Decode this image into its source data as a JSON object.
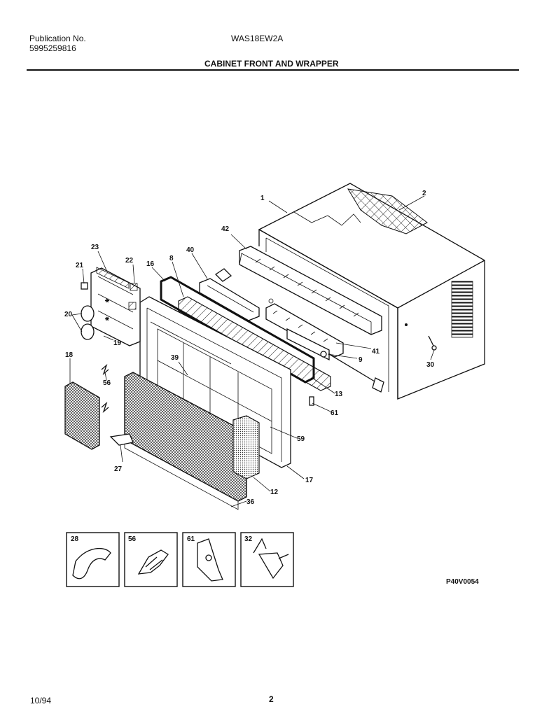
{
  "header": {
    "publication_label": "Publication No.",
    "publication_number": "5995259816",
    "model": "WAS18EW2A",
    "section_title": "CABINET FRONT AND WRAPPER"
  },
  "diagram": {
    "code": "P40V0054",
    "callouts": [
      "1",
      "2",
      "42",
      "23",
      "21",
      "22",
      "16",
      "8",
      "40",
      "20",
      "19",
      "18",
      "39",
      "56",
      "27",
      "41",
      "9",
      "30",
      "13",
      "61",
      "59",
      "17",
      "12",
      "36"
    ],
    "detail_boxes": [
      "28",
      "56",
      "61",
      "32"
    ]
  },
  "footer": {
    "date": "10/94",
    "page": "2"
  }
}
